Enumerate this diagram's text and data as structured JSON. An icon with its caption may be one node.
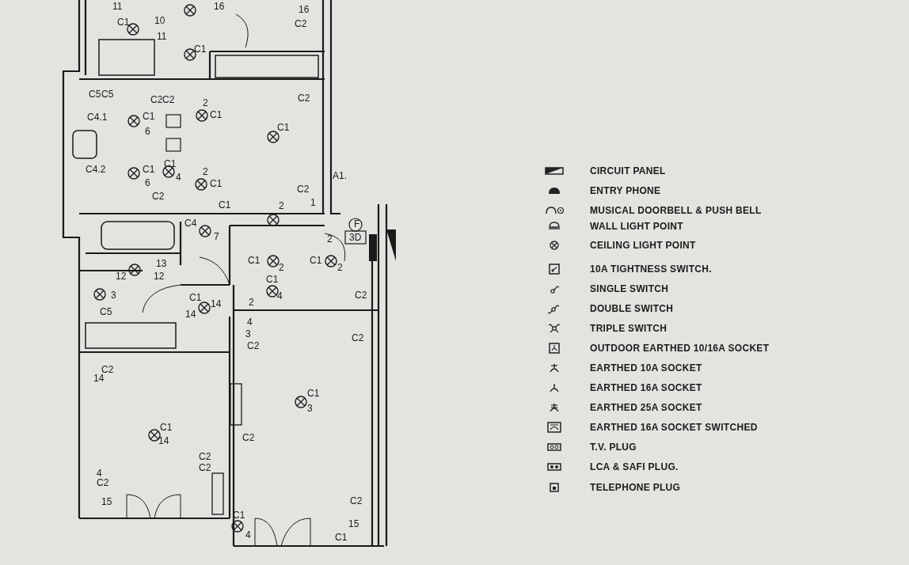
{
  "diagram": {
    "labels": [
      "11",
      "16",
      "16",
      "C1",
      "10",
      "C2",
      "11",
      "C1",
      "C5",
      "C5",
      "C2",
      "C2",
      "2",
      "C1",
      "C1",
      "C2",
      "C4.1",
      "C1",
      "6",
      "C4.2",
      "C1",
      "6",
      "C1",
      "4",
      "2",
      "C1",
      "A1.",
      "C2",
      "C2",
      "1",
      "C4",
      "C1",
      "7",
      "2",
      "2",
      "F",
      "3D",
      "C1",
      "2",
      "C1",
      "2",
      "13",
      "12",
      "12",
      "C1",
      "3",
      "4",
      "C5",
      "C1",
      "14",
      "14",
      "2",
      "4",
      "3",
      "C2",
      "C2",
      "C2",
      "C2",
      "14",
      "C1",
      "3",
      "C1",
      "14",
      "C2",
      "C2",
      "C2",
      "4",
      "C2",
      "15",
      "C2",
      "C1",
      "4",
      "15",
      "C1"
    ],
    "legend": [
      {
        "text": "CIRCUIT PANEL"
      },
      {
        "text": "ENTRY PHONE"
      },
      {
        "text": "MUSICAL DOORBELL & PUSH BELL"
      },
      {
        "text": "WALL LIGHT POINT"
      },
      {
        "text": "CEILING LIGHT POINT"
      },
      {
        "text": "10A TIGHTNESS SWITCH."
      },
      {
        "text": "SINGLE SWITCH"
      },
      {
        "text": "DOUBLE SWITCH"
      },
      {
        "text": "TRIPLE SWITCH"
      },
      {
        "text": "OUTDOOR EARTHED 10/16A SOCKET"
      },
      {
        "text": "EARTHED 10A SOCKET"
      },
      {
        "text": "EARTHED 16A SOCKET"
      },
      {
        "text": "EARTHED 25A SOCKET"
      },
      {
        "text": "EARTHED 16A SOCKET SWITCHED"
      },
      {
        "text": "T.V. PLUG"
      },
      {
        "text": "LCA & SAFI PLUG."
      },
      {
        "text": "TELEPHONE PLUG"
      }
    ]
  }
}
